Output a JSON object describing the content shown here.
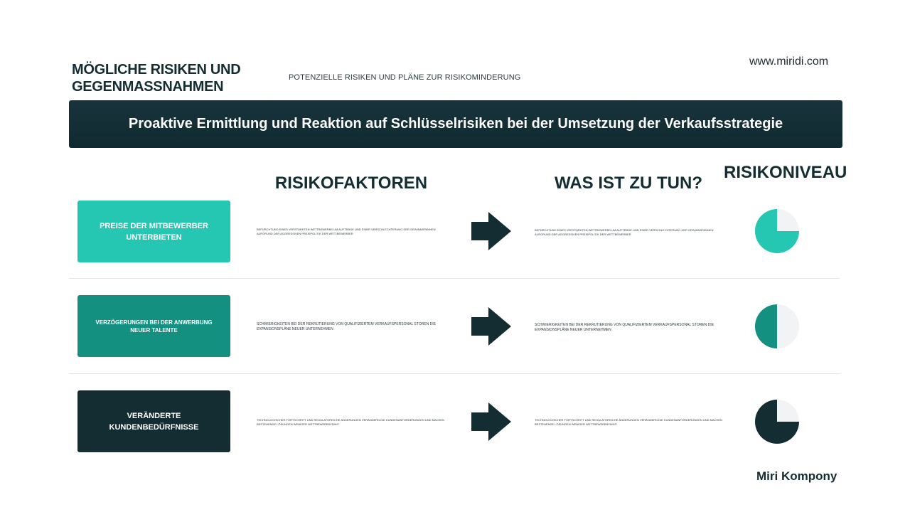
{
  "header": {
    "title": "MÖGLICHE RISIKEN UND GEGENMASSNAHMEN",
    "subtitle": "POTENZIELLE RISIKEN UND PLÄNE ZUR RISIKOMINDERUNG",
    "url": "www.miridi.com"
  },
  "banner": {
    "text": "Proaktive Ermittlung und Reaktion auf Schlüsselrisiken bei der Umsetzung der Verkaufsstrategie"
  },
  "columns": {
    "risk_factors": "RISIKOFAKTOREN",
    "what_to_do": "WAS IST ZU TUN?",
    "risk_level": "RISIKONIVEAU"
  },
  "rows": [
    {
      "label": "PREISE DER MITBEWERBER UNTERBIETEN",
      "risk_text": "BEFÜRCHTUNG EINES VERSTÄRKTEN WETTBEWERBS UM AUFTRÄGE UND EINER VERSCHLECHTERUNG DER GEWINNSPANNEN AUFGRUND DER AGGRESSIVEN PREISPOLITIK DER WETTBEWERBER",
      "action_text": "BEFÜRCHTUNG EINES VERSTÄRKTEN WETTBEWERBS UM AUFTRÄGE UND EINER VERSCHLECHTERUNG DER GEWINNSPANNEN AUFGRUND DER AGGRESSIVEN PREISPOLITIK DER WETTBEWERBER",
      "color": "#26c7b2",
      "level": 0.75
    },
    {
      "label": "VERZÖGERUNGEN BEI DER ANWERBUNG NEUER TALENTE",
      "risk_text": "SCHWIERIGKEITEN BEI DER REKRUTIERUNG VON QUALIFIZIERTEM VERKAUFSPERSONAL STÖREN DIE EXPANSIONSPLÄNE NEUER UNTERNEHMEN",
      "action_text": "SCHWIERIGKEITEN BEI DER REKRUTIERUNG VON QUALIFIZIERTEM VERKAUFSPERSONAL STÖREN DIE EXPANSIONSPLÄNE NEUER UNTERNEHMEN",
      "color": "#13907f",
      "level": 0.5
    },
    {
      "label": "VERÄNDERTE KUNDENBEDÜRFNISSE",
      "risk_text": "TECHNOLOGISCHER FORTSCHRITT UND REGULATORISCHE ÄNDERUNGEN VERÄNDERN DIE KUNDENANFORDERUNGEN UND MACHEN BESTEHENDE LÖSUNGEN WENIGER WETTBEWERBSFÄHIG",
      "action_text": "TECHNOLOGISCHER FORTSCHRITT UND REGULATORISCHE ÄNDERUNGEN VERÄNDERN DIE KUNDENANFORDERUNGEN UND MACHEN BESTEHENDE LÖSUNGEN WENIGER WETTBEWERBSFÄHIG",
      "color": "#132d33",
      "level": 0.75
    }
  ],
  "colors": {
    "dark": "#132d33",
    "pie_remainder": "#f1f3f5"
  },
  "footer": {
    "company": "Miri Kompony"
  }
}
